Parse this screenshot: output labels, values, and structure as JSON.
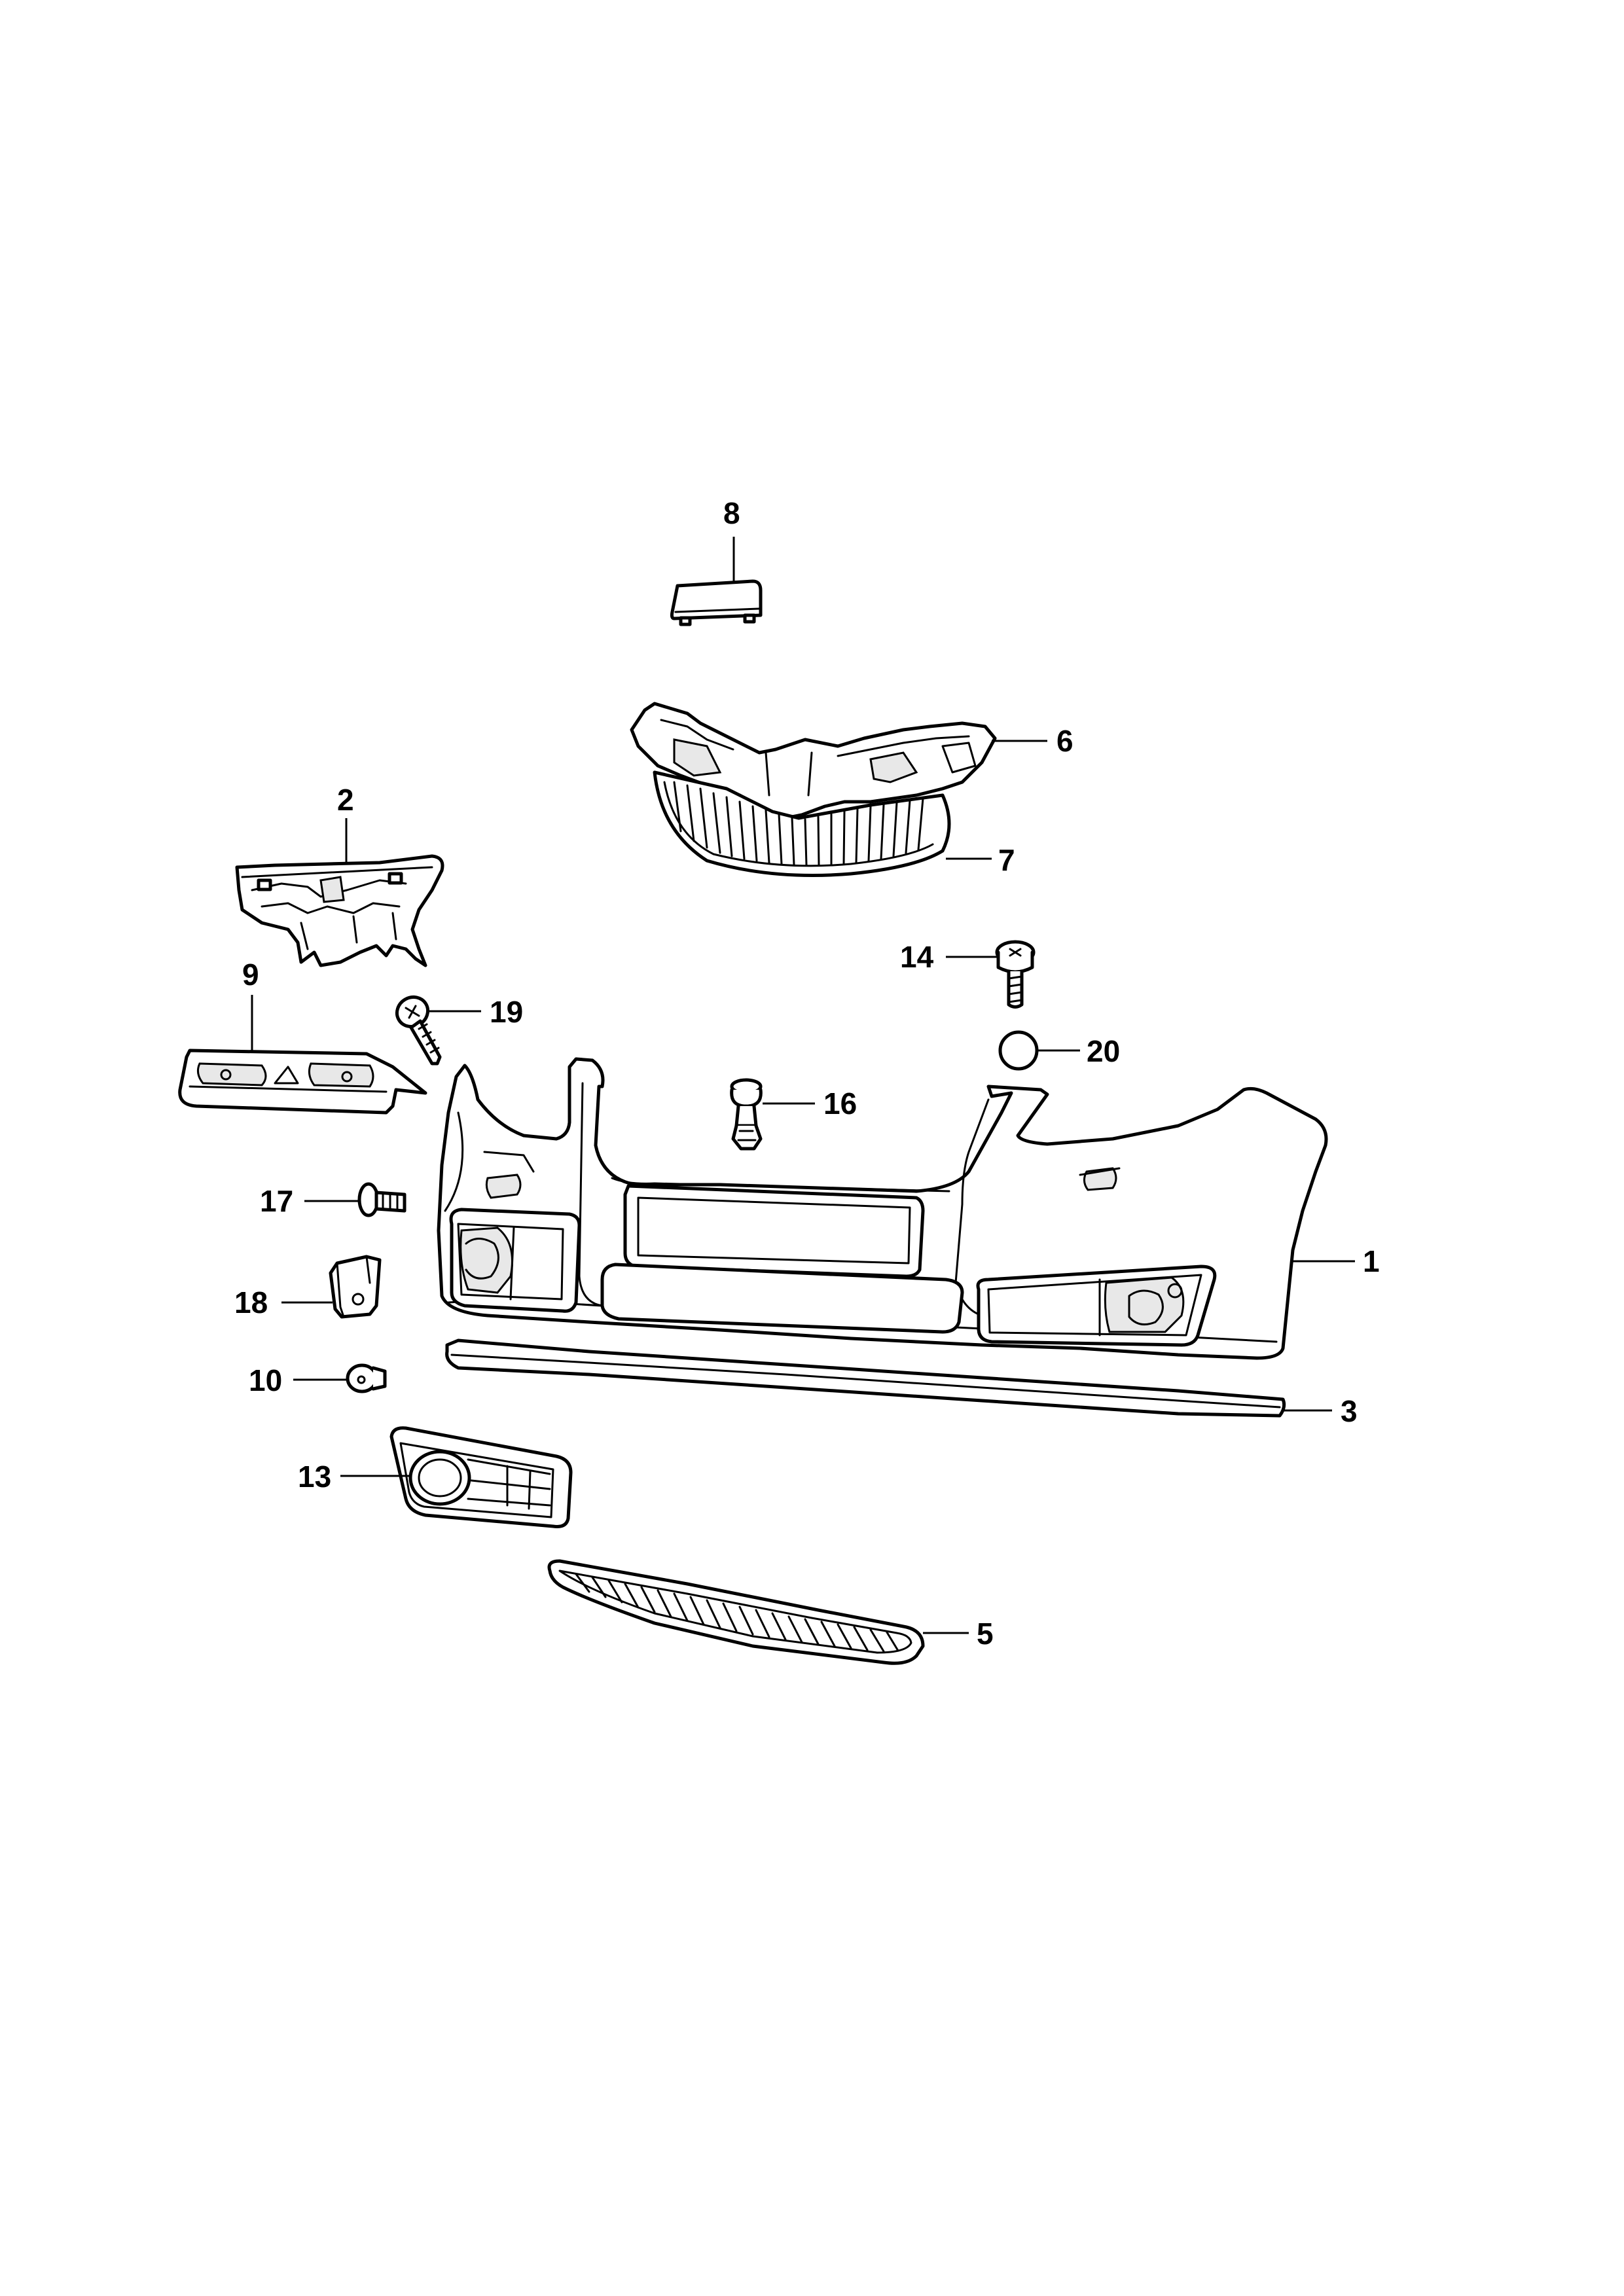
{
  "diagram": {
    "callouts": [
      {
        "id": "1",
        "label": "1"
      },
      {
        "id": "2",
        "label": "2"
      },
      {
        "id": "3",
        "label": "3"
      },
      {
        "id": "5",
        "label": "5"
      },
      {
        "id": "6",
        "label": "6"
      },
      {
        "id": "7",
        "label": "7"
      },
      {
        "id": "8",
        "label": "8"
      },
      {
        "id": "9",
        "label": "9"
      },
      {
        "id": "10",
        "label": "10"
      },
      {
        "id": "13",
        "label": "13"
      },
      {
        "id": "14",
        "label": "14"
      },
      {
        "id": "16",
        "label": "16"
      },
      {
        "id": "17",
        "label": "17"
      },
      {
        "id": "18",
        "label": "18"
      },
      {
        "id": "19",
        "label": "19"
      },
      {
        "id": "20",
        "label": "20"
      }
    ]
  }
}
